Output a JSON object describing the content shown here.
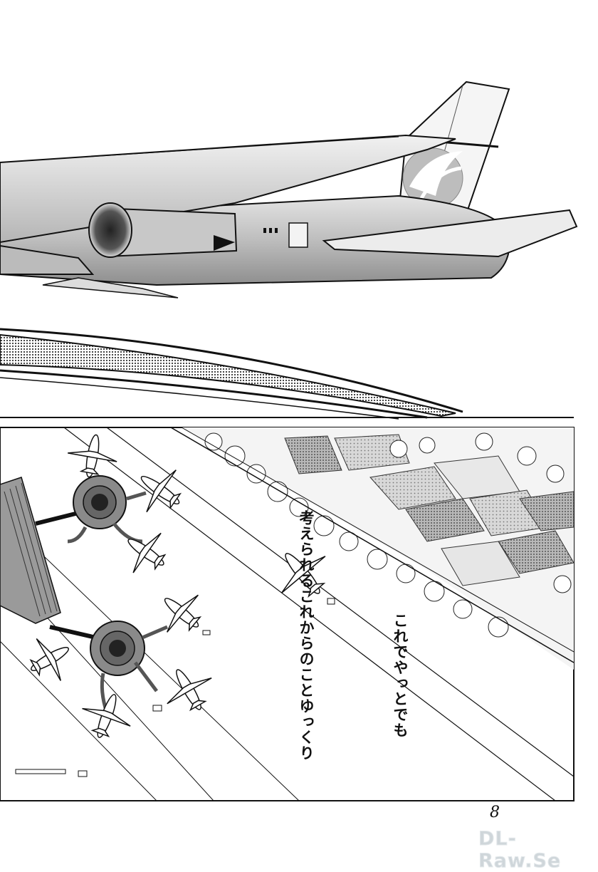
{
  "panels": [
    {
      "id": "panel-jet-flyover",
      "description_hidden": true
    },
    {
      "id": "panel-airport-aerial"
    }
  ],
  "dialogue": {
    "balloon_1": [
      "でも",
      "これでやっと"
    ],
    "balloon_2": [
      "ゆっくり",
      "これからのこと",
      "考えられる"
    ]
  },
  "page_number": "8",
  "watermark": "DL-Raw.Se",
  "colors": {
    "ink": "#111111",
    "screentone_light": "#c9c9c9",
    "screentone_mid": "#9a9a9a",
    "watermark": "#cfd6da"
  }
}
